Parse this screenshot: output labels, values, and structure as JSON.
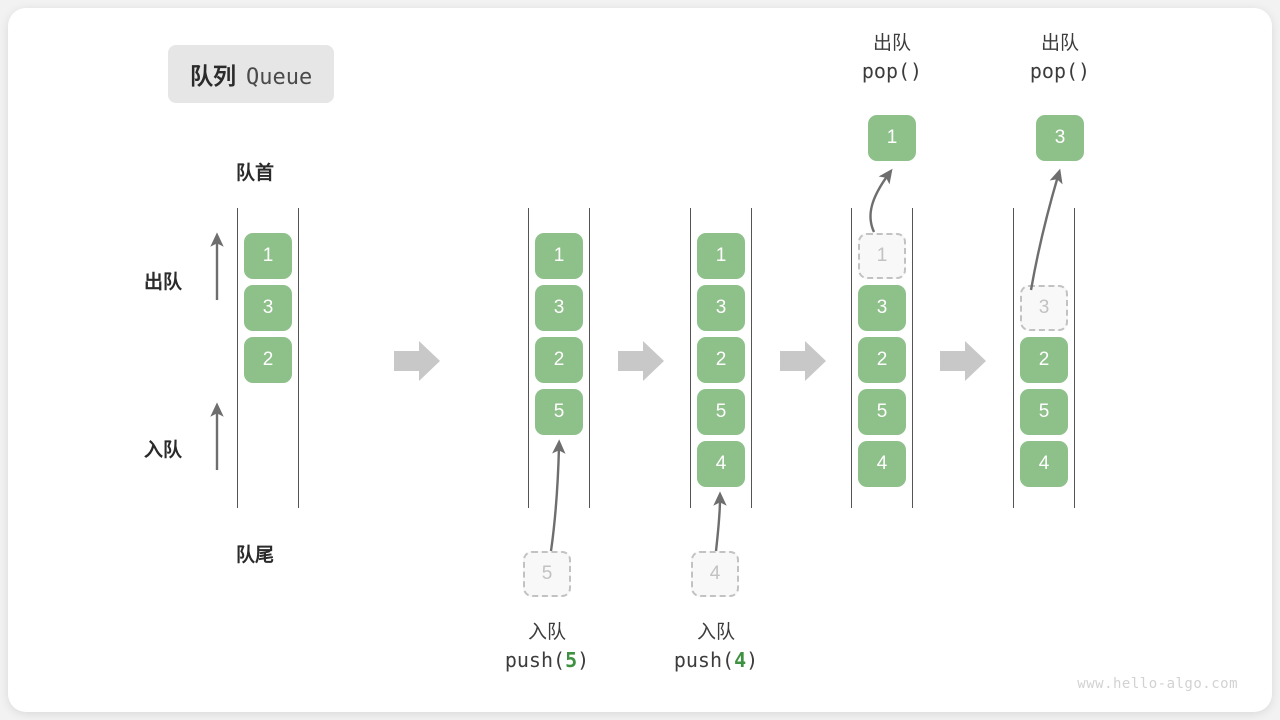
{
  "title": {
    "cn": "队列",
    "en": "Queue"
  },
  "labels": {
    "front": "队首",
    "rear": "队尾",
    "dequeue": "出队",
    "enqueue": "入队"
  },
  "colors": {
    "element": "#8ec08a",
    "ghost_border": "#c2c2c2",
    "ghost_fill": "#f8f8f8",
    "arrow": "#6e6e6e",
    "step_arrow": "#c8c8c8",
    "badge_bg": "#e6e6e6",
    "text": "#2b2b2b",
    "accent": "#3f9142"
  },
  "states": [
    {
      "name": "initial",
      "items": [
        "1",
        "3",
        "2"
      ]
    },
    {
      "name": "after-push-5",
      "items": [
        "1",
        "3",
        "2",
        "5"
      ]
    },
    {
      "name": "after-push-4",
      "items": [
        "1",
        "3",
        "2",
        "5",
        "4"
      ]
    },
    {
      "name": "pop-1",
      "items": [
        "1",
        "3",
        "2",
        "5",
        "4"
      ],
      "ghost_index": 0
    },
    {
      "name": "pop-3",
      "items": [
        "",
        "3",
        "2",
        "5",
        "4"
      ],
      "ghost_index": 1
    }
  ],
  "operations": [
    {
      "id": "push5",
      "cn": "入队",
      "fn": "push(",
      "arg": "5",
      "close": ")",
      "pending": "5"
    },
    {
      "id": "push4",
      "cn": "入队",
      "fn": "push(",
      "arg": "4",
      "close": ")",
      "pending": "4"
    },
    {
      "id": "pop1",
      "cn": "出队",
      "fn": "pop()",
      "popped": "1"
    },
    {
      "id": "pop3",
      "cn": "出队",
      "fn": "pop()",
      "popped": "3"
    }
  ],
  "cells": {
    "c1": [
      "1",
      "3",
      "2"
    ],
    "c2": [
      "1",
      "3",
      "2",
      "5"
    ],
    "c3": [
      "1",
      "3",
      "2",
      "5",
      "4"
    ],
    "c4": [
      "1",
      "3",
      "2",
      "5",
      "4"
    ],
    "c5": [
      "3",
      "2",
      "5",
      "4"
    ]
  },
  "watermark": "www.hello-algo.com"
}
